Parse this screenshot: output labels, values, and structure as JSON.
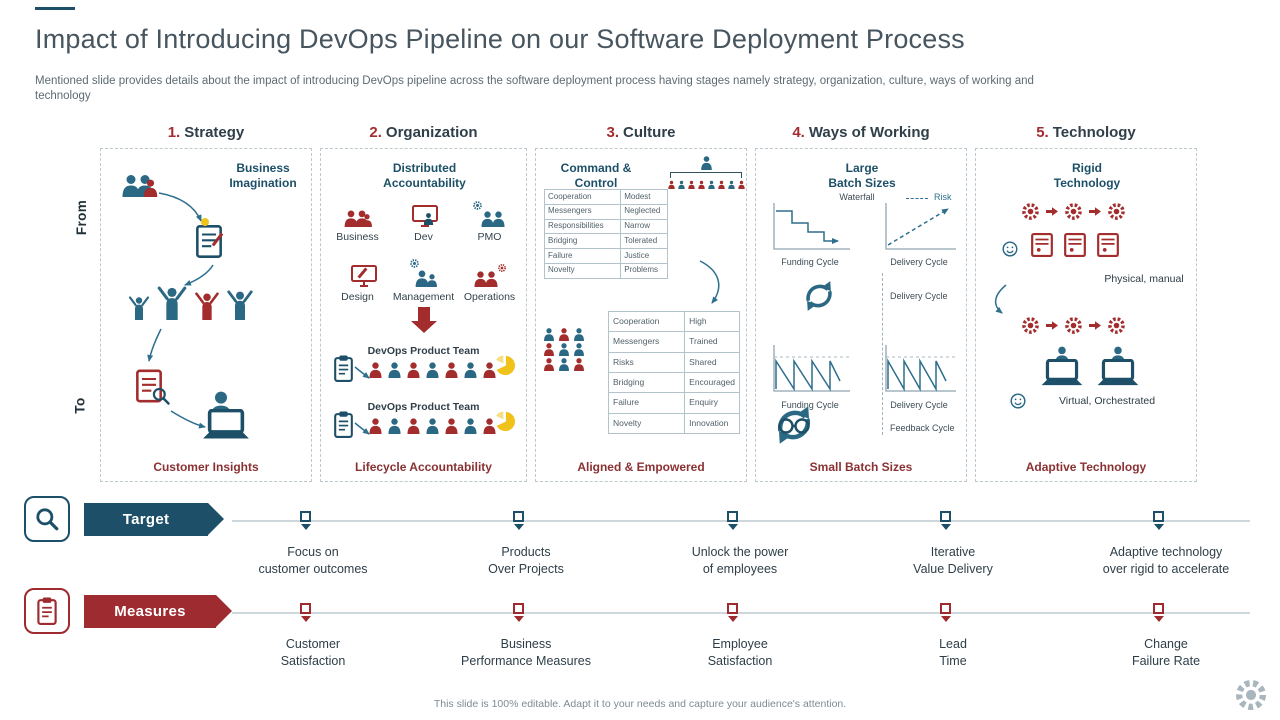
{
  "header": {
    "title": "Impact of Introducing DevOps Pipeline on our Software Deployment Process",
    "subtitle": "Mentioned slide provides details about the impact of introducing DevOps pipeline across the software deployment process having stages namely strategy, organization, culture, ways of working and\ntechnology"
  },
  "axis": {
    "from_label": "From",
    "to_label": "To"
  },
  "columns": [
    {
      "number": "1.",
      "label": "Strategy",
      "from_caption": "Business\nImagination",
      "to_caption": "Customer Insights"
    },
    {
      "number": "2.",
      "label": "Organization",
      "from_caption": "Distributed\nAccountability",
      "to_caption": "Lifecycle Accountability"
    },
    {
      "number": "3.",
      "label": "Culture",
      "from_caption": "Command &\nControl",
      "to_caption": "Aligned & Empowered"
    },
    {
      "number": "4.",
      "label": "Ways of Working",
      "from_caption": "Large\nBatch Sizes",
      "to_caption": "Small Batch Sizes"
    },
    {
      "number": "5.",
      "label": "Technology",
      "from_caption": "Rigid\nTechnology",
      "to_caption": "Adaptive Technology"
    }
  ],
  "organization": {
    "roles": [
      "Business",
      "Dev",
      "PMO",
      "Design",
      "Management",
      "Operations"
    ],
    "team1_label": "DevOps Product Team",
    "team2_label": "DevOps Product Team"
  },
  "culture": {
    "from_table": [
      [
        "Cooperation",
        "Modest"
      ],
      [
        "Messengers",
        "Neglected"
      ],
      [
        "Responsibilities",
        "Narrow"
      ],
      [
        "Bridging",
        "Tolerated"
      ],
      [
        "Failure",
        "Justice"
      ],
      [
        "Novelty",
        "Problems"
      ]
    ],
    "to_table": [
      [
        "Cooperation",
        "High"
      ],
      [
        "Messengers",
        "Trained"
      ],
      [
        "Risks",
        "Shared"
      ],
      [
        "Bridging",
        "Encouraged"
      ],
      [
        "Failure",
        "Enquiry"
      ],
      [
        "Novelty",
        "Innovation"
      ]
    ]
  },
  "ways_of_working": {
    "waterfall_label": "Waterfall",
    "risk_label": "Risk",
    "chart1_label": "Funding Cycle",
    "chart2_label": "Delivery Cycle",
    "mid_label": "Delivery Cycle",
    "chart3_label": "Funding Cycle",
    "chart4_label": "Delivery Cycle",
    "feedback_label": "Feedback Cycle"
  },
  "technology": {
    "physical_label": "Physical, manual",
    "virtual_label": "Virtual, Orchestrated"
  },
  "target": {
    "label": "Target",
    "items": [
      "Focus on\ncustomer outcomes",
      "Products\nOver Projects",
      "Unlock the power\nof employees",
      "Iterative\nValue Delivery",
      "Adaptive technology\nover rigid to accelerate"
    ]
  },
  "measures": {
    "label": "Measures",
    "items": [
      "Customer\nSatisfaction",
      "Business\nPerformance Measures",
      "Employee\nSatisfaction",
      "Lead\nTime",
      "Change\nFailure Rate"
    ]
  },
  "footer": {
    "text": "This slide is 100% editable. Adapt it to your needs and capture your audience's attention."
  }
}
